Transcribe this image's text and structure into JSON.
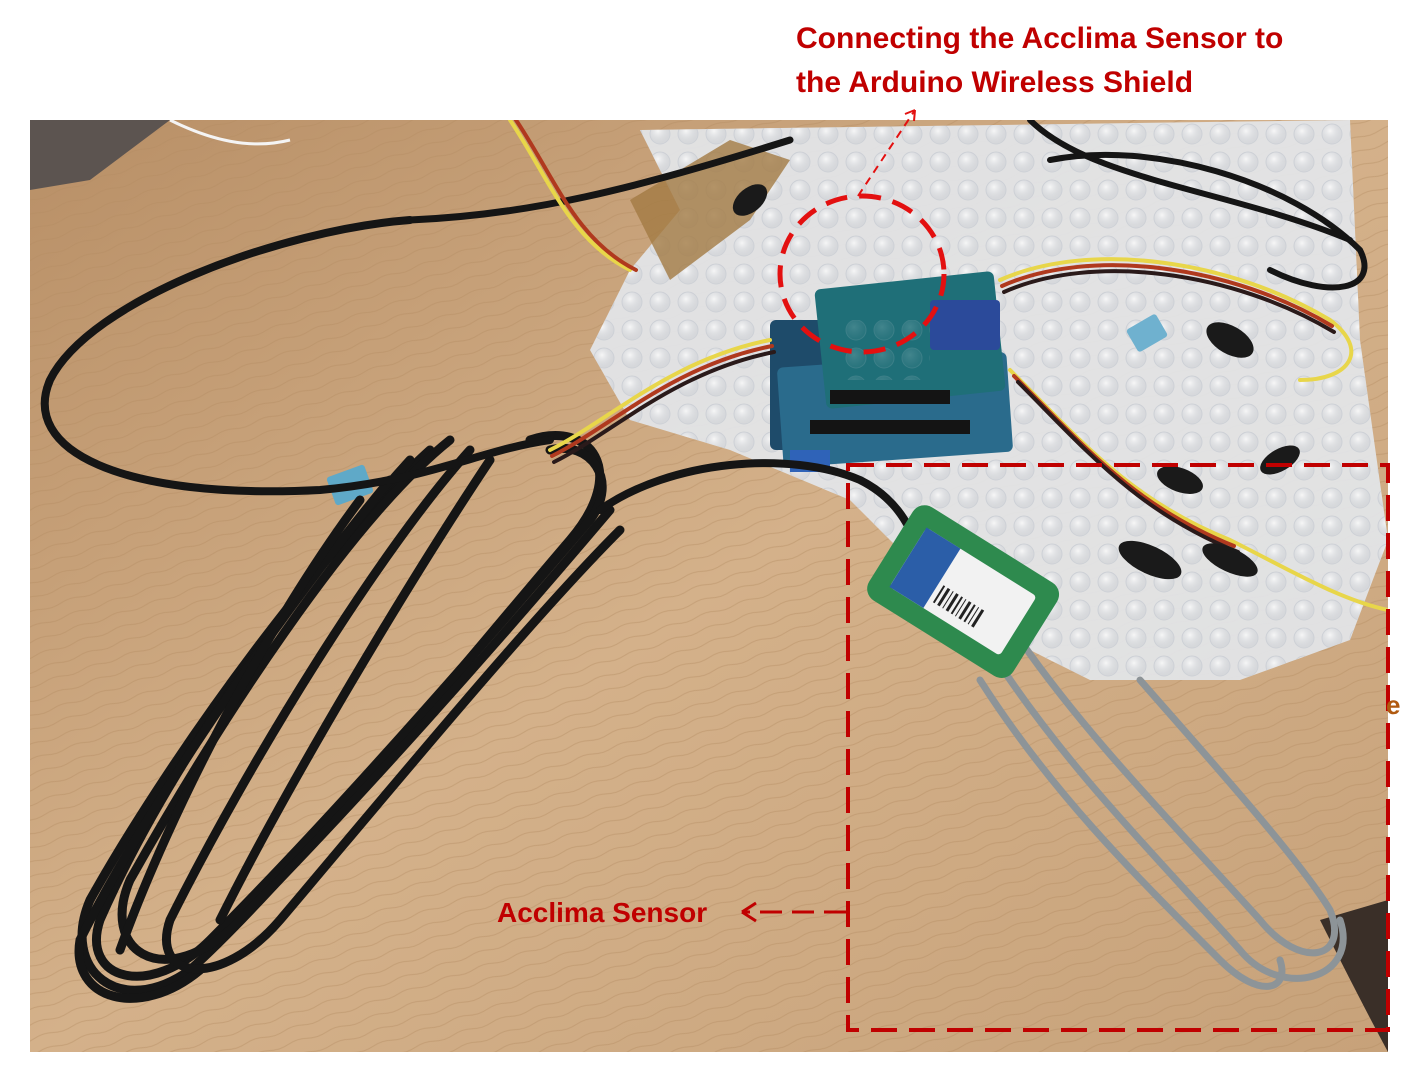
{
  "annotations": {
    "connection_line1": "Connecting the Acclima Sensor to",
    "connection_line2": "the Arduino Wireless Shield",
    "sensor_label": "Acclima Sensor",
    "edge_glyph": "e"
  },
  "colors": {
    "annotation": "#c00000",
    "table": "#c9a37a",
    "bubble_wrap": "#e6e8ec",
    "cable": "#151515",
    "sensor_body": "#2e8a4e",
    "board": "#1f6f78"
  }
}
